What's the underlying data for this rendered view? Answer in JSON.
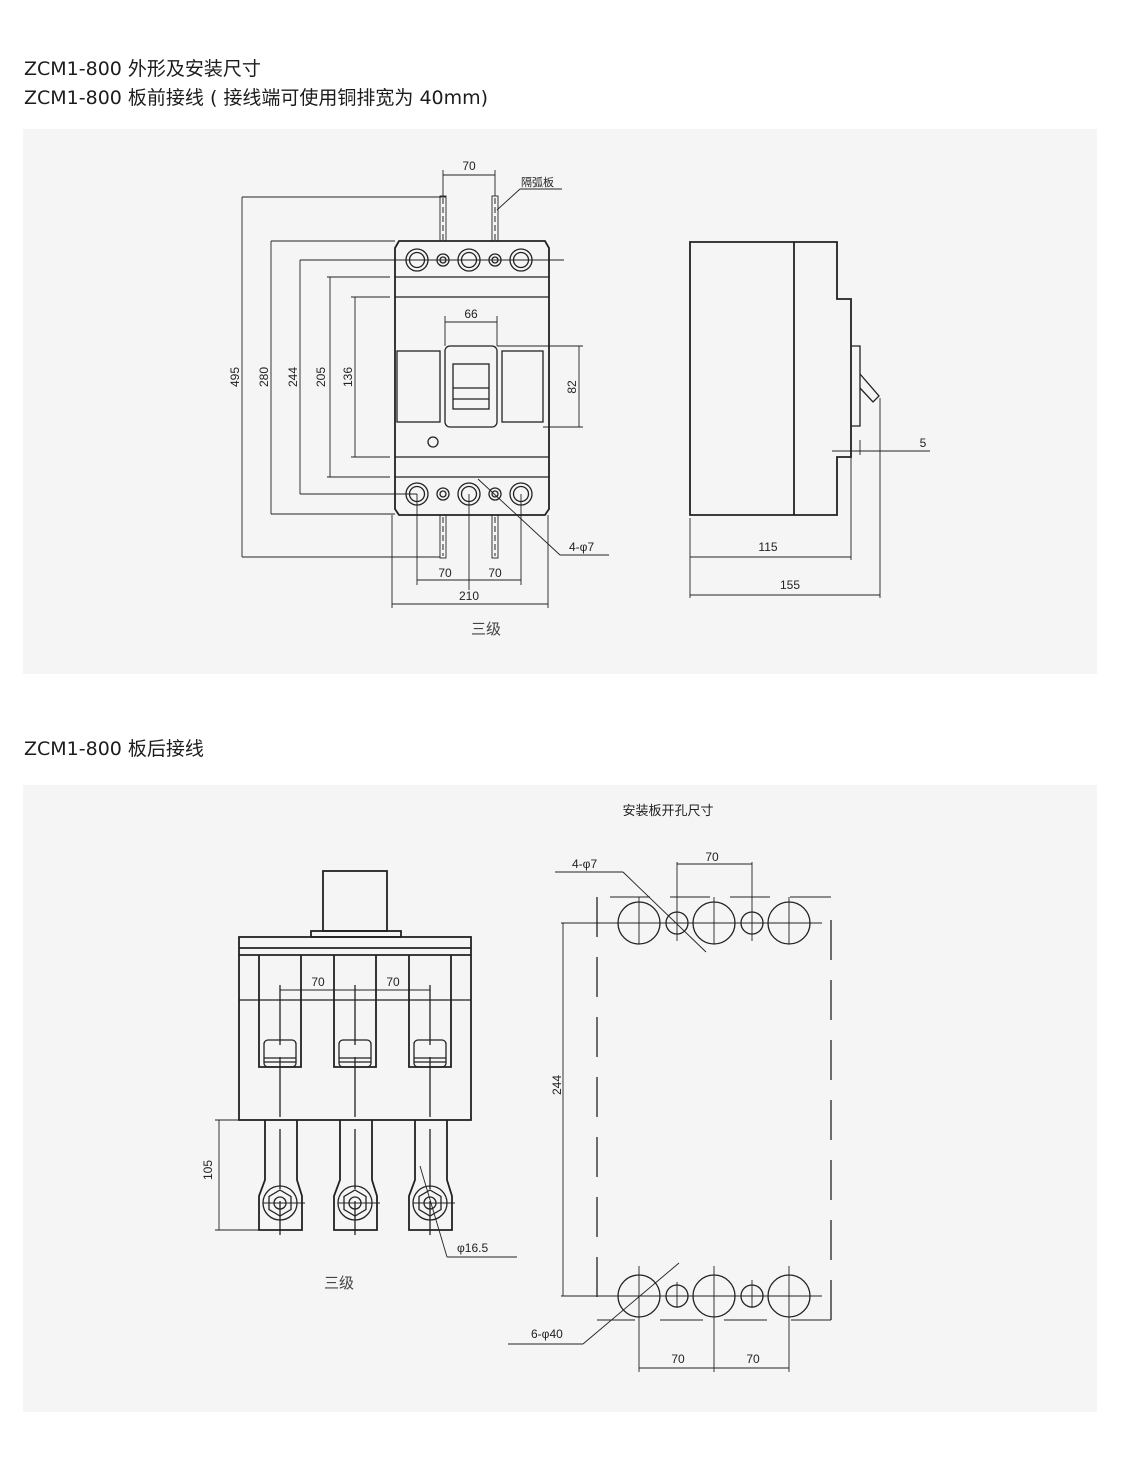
{
  "titles": {
    "line1": "ZCM1-800 外形及安装尺寸",
    "line2": "ZCM1-800 板前接线 ( 接线端可使用铜排宽为 40mm)",
    "line3": "ZCM1-800 板后接线"
  },
  "front_wiring": {
    "front_view": {
      "dims": {
        "top_pitch": "70",
        "handle_width": "66",
        "handle_height": "82",
        "overall_height": "495",
        "body_height": "280",
        "mount_pitch": "244",
        "cover_height": "205",
        "window_height": "136",
        "bottom_pitch_left": "70",
        "bottom_pitch_right": "70",
        "width": "210"
      },
      "labels": {
        "arc_barrier": "隔弧板",
        "mount_holes": "4-φ7"
      },
      "caption": "三级"
    },
    "side_view": {
      "dims": {
        "handle_offset": "5",
        "depth_body": "115",
        "depth_total": "155"
      }
    }
  },
  "rear_wiring": {
    "rear_view": {
      "dims": {
        "pitch_left": "70",
        "pitch_right": "70",
        "terminal_length": "105",
        "stud_diameter": "φ16.5"
      },
      "caption": "三级"
    },
    "cutout": {
      "title": "安装板开孔尺寸",
      "labels": {
        "mount_holes": "4-φ7",
        "terminal_holes": "6-φ40"
      },
      "dims": {
        "top_pitch": "70",
        "vertical": "244",
        "bottom_pitch_left": "70",
        "bottom_pitch_right": "70"
      }
    }
  }
}
